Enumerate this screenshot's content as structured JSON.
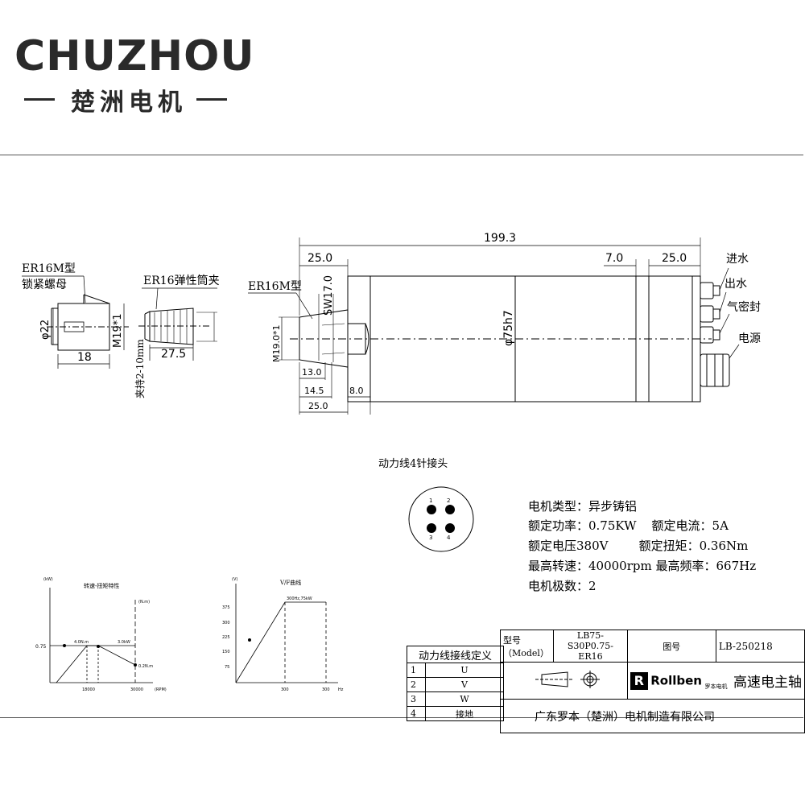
{
  "logo": {
    "word": "CHUZHOU",
    "subtitle": "楚洲电机"
  },
  "labels": {
    "collet_nut_title1": "ER16M型",
    "collet_nut_title2": "锁紧螺母",
    "collet_title": "ER16弹性筒夹",
    "spindle_nut": "ER16M型",
    "dim_total": "199.3",
    "dim_25_top": "25.0",
    "dim_7": "7.0",
    "dim_25_right": "25.0",
    "dim_sw": "SW17.0",
    "dim_dia75": "φ75h7",
    "dim_m19_side": "M19.0*1",
    "dim_13": "13.0",
    "dim_14_5": "14.5",
    "dim_8": "8.0",
    "dim_25_bottom": "25.0",
    "nut_dia": "φ22",
    "nut_thread": "M19*1",
    "nut_len": "18",
    "collet_len": "27.5",
    "collet_range": "夹持2-10mm",
    "water_in": "进水",
    "water_out": "出水",
    "air_seal": "气密封",
    "power": "电源",
    "connector_title": "动力线4针接头",
    "pin1": "1",
    "pin2": "2",
    "pin3": "3",
    "pin4": "4"
  },
  "specs": [
    "电机类型：异步铸铝",
    "额定功率：0.75KW    额定电流：5A",
    "额定电压380V        额定扭矩：0.36Nm",
    "最高转速：40000rpm 最高频率：667Hz",
    "电机极数：2"
  ],
  "torque_chart": {
    "title": "转速-扭矩特性",
    "y_unit": "(kW)",
    "y_tick": "0.75",
    "x_unit": "(RPM)",
    "x_ticks": [
      "18000",
      "30000"
    ],
    "x_unit2": "(N.m)",
    "label_a": "4.0N.m",
    "label_b": "3.0kW",
    "label_c": "0.2N.m"
  },
  "vf_chart": {
    "title": "V/F曲线",
    "y_unit": "(V)",
    "y_ticks": [
      "375",
      "300",
      "225",
      "150",
      "75"
    ],
    "x_ticks": [
      "300",
      "300"
    ],
    "x_unit": "Hz",
    "peak_label": "300Hz,75kW"
  },
  "wiring": {
    "title": "动力线接线定义",
    "rows": [
      [
        "1",
        "U"
      ],
      [
        "2",
        "V"
      ],
      [
        "3",
        "W"
      ],
      [
        "4",
        "接地"
      ]
    ]
  },
  "title_block": {
    "model_label": "型号（Model）",
    "model_value": "LB75-S30P0.75-ER16",
    "drawing_label": "图号",
    "drawing_value": "LB-250218",
    "brand": "Rollben",
    "brand_cn": "罗本电机",
    "product": "高速电主轴",
    "company": "广东罗本（楚洲）电机制造有限公司"
  }
}
